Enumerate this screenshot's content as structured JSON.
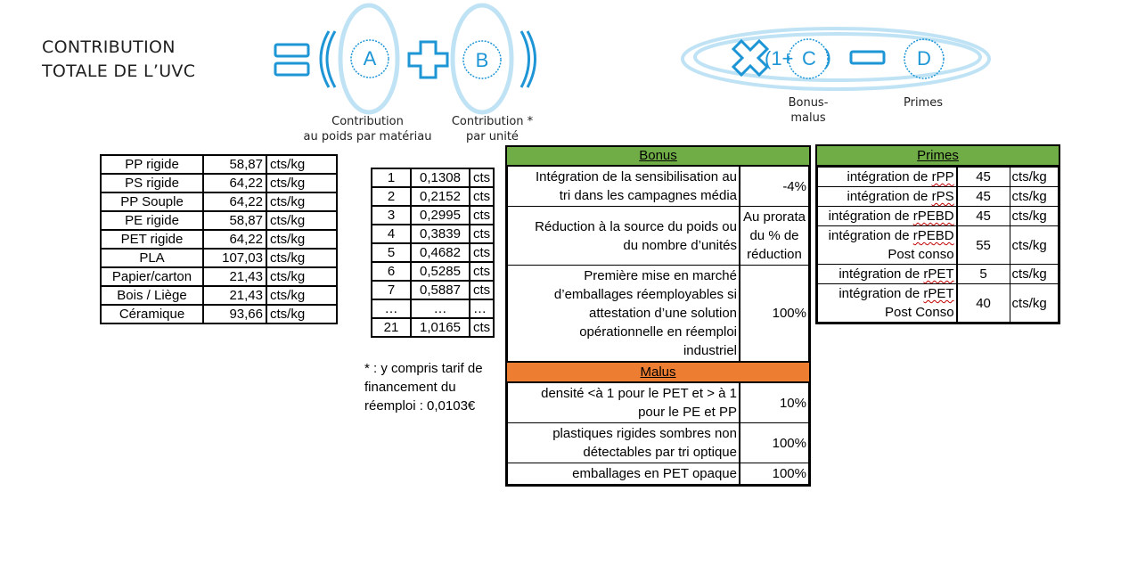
{
  "title": {
    "line1": "CONTRIBUTION",
    "line2": "TOTALE DE L’UVC"
  },
  "formula": {
    "a": "A",
    "b": "B",
    "c_open": "(1+",
    "c": "C",
    "d": "D",
    "caption_a": [
      "Contribution",
      "au poids par matériau"
    ],
    "caption_b": [
      "Contribution",
      "par unité"
    ],
    "caption_b_star": "*",
    "caption_c": [
      "Bonus-",
      "malus"
    ],
    "caption_d": "Primes",
    "colors": {
      "accent": "#1e96d6",
      "ring": "#bfe3f5"
    }
  },
  "materials": {
    "rows": [
      {
        "name": "PP rigide",
        "value": "58,87",
        "unit": "cts/kg"
      },
      {
        "name": "PS rigide",
        "value": "64,22",
        "unit": "cts/kg"
      },
      {
        "name": "PP Souple",
        "value": "64,22",
        "unit": "cts/kg"
      },
      {
        "name": "PE rigide",
        "value": "58,87",
        "unit": "cts/kg"
      },
      {
        "name": "PET rigide",
        "value": "64,22",
        "unit": "cts/kg"
      },
      {
        "name": "PLA",
        "value": "107,03",
        "unit": "cts/kg"
      },
      {
        "name": "Papier/carton",
        "value": "21,43",
        "unit": "cts/kg"
      },
      {
        "name": "Bois / Liège",
        "value": "21,43",
        "unit": "cts/kg"
      },
      {
        "name": "Céramique",
        "value": "93,66",
        "unit": "cts/kg"
      }
    ]
  },
  "units": {
    "rows": [
      {
        "n": "1",
        "value": "0,1308",
        "unit": "cts"
      },
      {
        "n": "2",
        "value": "0,2152",
        "unit": "cts"
      },
      {
        "n": "3",
        "value": "0,2995",
        "unit": "cts"
      },
      {
        "n": "4",
        "value": "0,3839",
        "unit": "cts"
      },
      {
        "n": "5",
        "value": "0,4682",
        "unit": "cts"
      },
      {
        "n": "6",
        "value": "0,5285",
        "unit": "cts"
      },
      {
        "n": "7",
        "value": "0,5887",
        "unit": "cts"
      },
      {
        "n": "…",
        "value": "…",
        "unit": "…"
      },
      {
        "n": "21",
        "value": "1,0165",
        "unit": "cts"
      }
    ],
    "note": [
      "* : y compris tarif de",
      "financement du",
      "réemploi : 0,0103€"
    ]
  },
  "bonus": {
    "header": "Bonus",
    "rows": [
      {
        "desc": [
          "Intégration de la sensibilisation au",
          "tri dans les campagnes média"
        ],
        "value": [
          "-4%"
        ]
      },
      {
        "desc": [
          "Réduction à la source du poids ou",
          "du nombre d’unités"
        ],
        "value": [
          "Au prorata",
          "du % de",
          "réduction"
        ]
      },
      {
        "desc": [
          "Première mise en marché",
          "d’emballages réemployables si",
          "attestation d’une solution",
          "opérationnelle en réemploi",
          "industriel"
        ],
        "value": [
          "100%"
        ]
      }
    ]
  },
  "malus": {
    "header": "Malus",
    "rows": [
      {
        "desc": [
          "densité <à 1 pour le PET et > à 1",
          "pour le PE et PP"
        ],
        "value": [
          "10%"
        ]
      },
      {
        "desc": [
          "plastiques rigides sombres non",
          "détectables par tri optique"
        ],
        "value": [
          "100%"
        ]
      },
      {
        "desc": [
          "emballages en PET opaque"
        ],
        "value": [
          "100%"
        ]
      }
    ]
  },
  "primes": {
    "header": "Primes",
    "rows": [
      {
        "label": [
          "intégration de ",
          "rPP"
        ],
        "value": "45",
        "unit": "cts/kg"
      },
      {
        "label": [
          "intégration de ",
          "rPS"
        ],
        "value": "45",
        "unit": "cts/kg"
      },
      {
        "label": [
          "intégration de ",
          "rPEBD"
        ],
        "value": "45",
        "unit": "cts/kg"
      },
      {
        "label": [
          "intégration de ",
          "rPEBD"
        ],
        "label2": "Post conso",
        "value": "55",
        "unit": "cts/kg"
      },
      {
        "label": [
          "intégration de ",
          "rPET"
        ],
        "value": "5",
        "unit": "cts/kg"
      },
      {
        "label": [
          "intégration de ",
          "rPET"
        ],
        "label2": "Post Conso",
        "value": "40",
        "unit": "cts/kg"
      }
    ],
    "colors": {
      "bonus_header": "#70ad47",
      "malus_header": "#ed7d31",
      "primes_header": "#70ad47"
    }
  }
}
